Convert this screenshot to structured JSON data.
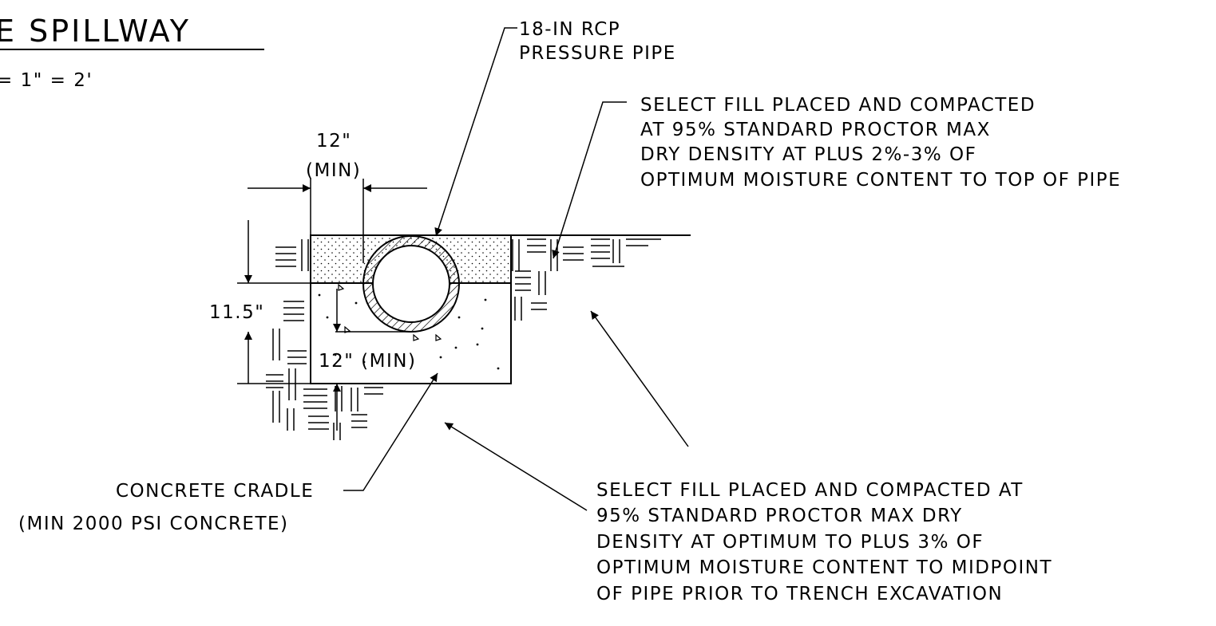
{
  "title": {
    "name": "E SPILLWAY",
    "scale": "= 1\" = 2'"
  },
  "callouts": {
    "pipe": [
      "18-IN RCP",
      "PRESSURE PIPE"
    ],
    "select_fill_top": [
      "SELECT FILL PLACED AND COMPACTED",
      "AT 95% STANDARD PROCTOR MAX",
      "DRY DENSITY AT PLUS 2%-3% OF",
      "OPTIMUM MOISTURE CONTENT TO TOP OF PIPE"
    ],
    "cradle": [
      "CONCRETE CRADLE",
      "(MIN 2000 PSI CONCRETE)"
    ],
    "select_fill_bottom": [
      "SELECT FILL PLACED AND COMPACTED AT",
      "95% STANDARD PROCTOR MAX DRY",
      "DENSITY AT OPTIMUM TO PLUS 3% OF",
      "OPTIMUM MOISTURE CONTENT TO MIDPOINT",
      "OF PIPE PRIOR TO TRENCH EXCAVATION"
    ]
  },
  "dimensions": {
    "side_clearance": [
      "12\"",
      "(MIN)"
    ],
    "cradle_height": "11.5\"",
    "bottom_clearance": "12\" (MIN)"
  }
}
